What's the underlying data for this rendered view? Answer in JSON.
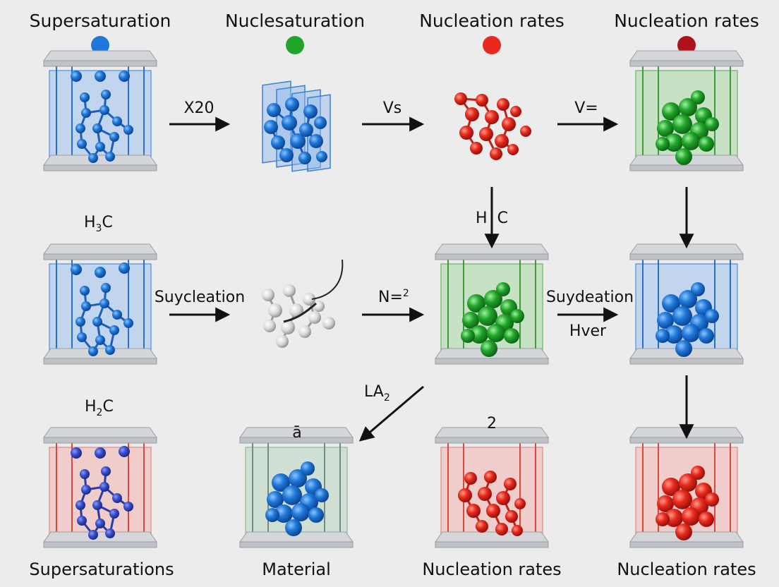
{
  "colors": {
    "blue": "#1f78d8",
    "green": "#21a52a",
    "red": "#e8291d",
    "dark_red": "#b0121b",
    "arrow": "#111111",
    "slab": "#c4c7cc"
  },
  "headers": [
    {
      "label": "Supersaturation",
      "dot_color": "#1f78d8"
    },
    {
      "label": "Nuclesaturation",
      "dot_color": "#21a52a"
    },
    {
      "label": "Nucleation rates",
      "dot_color": "#e8291d"
    },
    {
      "label": "Nucleation rates",
      "dot_color": "#b0121b"
    }
  ],
  "labels": {
    "arrow_x20": "X20",
    "arrow_vs": "Vs",
    "arrow_v_eq": "V=",
    "h3c_main": "H",
    "h3c_sub": "3",
    "h3c_tail": "C",
    "hc_down": "H  C",
    "arrow_suycleation": "Suycleation",
    "arrow_n_main": "N=",
    "arrow_n_sup": "2",
    "arrow_suydeation": "Suydeation",
    "arrow_hver": "Hver",
    "h2c_main": "H",
    "h2c_sub": "2",
    "h2c_tail": "C",
    "la2_main": "LA",
    "la2_sub": "2",
    "a_bar": "ā",
    "num_2": "2"
  },
  "footers": [
    "Supersaturations",
    "Material",
    "Nucleation rates",
    "Nucleation rates"
  ],
  "icons": {
    "cells": "crystal-cell-icon",
    "clusters": "atom-cluster-icon",
    "arrows": "arrow-icon"
  }
}
